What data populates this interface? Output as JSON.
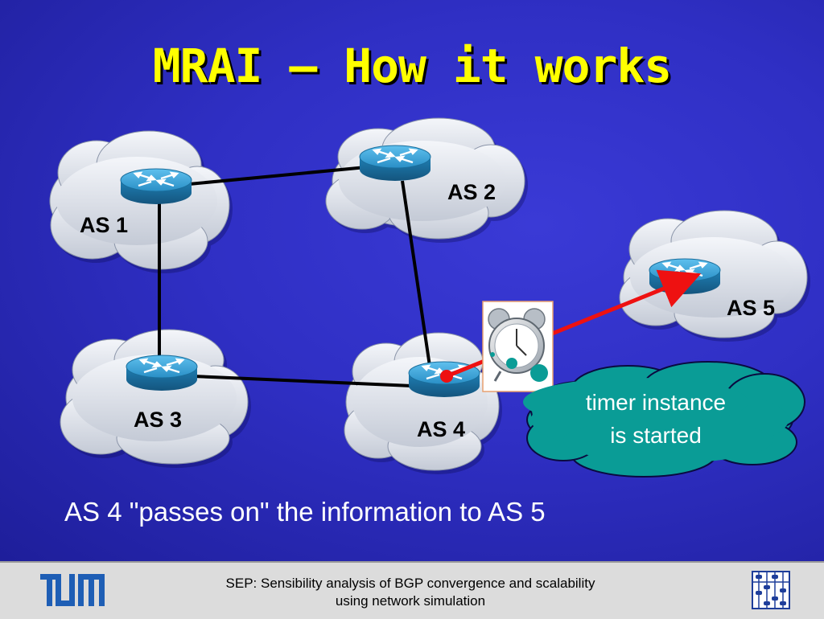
{
  "title": "MRAI – How it works",
  "nodes": {
    "as1": "AS 1",
    "as2": "AS 2",
    "as3": "AS 3",
    "as4": "AS 4",
    "as5": "AS 5"
  },
  "callout": {
    "line1": "timer instance",
    "line2": "is started"
  },
  "caption": "AS 4 \"passes on\" the information to AS 5",
  "footer": {
    "line1": "SEP: Sensibility analysis of BGP convergence and scalability",
    "line2": "using network simulation",
    "logo": "TUM"
  },
  "icons": [
    "router-icon",
    "alarm-clock-icon",
    "tum-logo",
    "abacus-icon"
  ],
  "colors": {
    "title": "#ffff00",
    "background": "#3232c8",
    "cloud": "#d9dde6",
    "router": "#2a93c8",
    "callout": "#0a9c96",
    "highlight": "#ee1111",
    "footer": "#dcdcdc"
  }
}
